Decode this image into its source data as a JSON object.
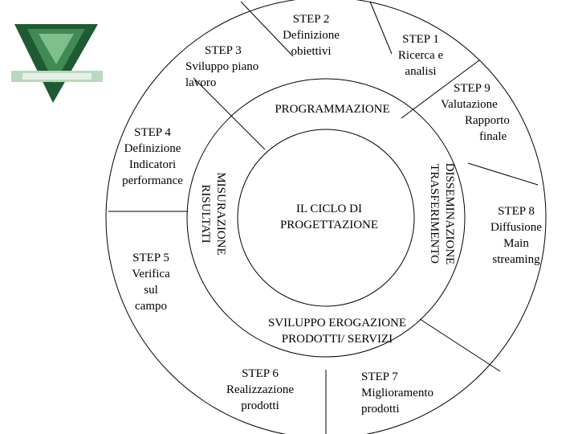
{
  "colors": {
    "line": "#000000",
    "background": "#ffffff",
    "logo_green_dark": "#1f5a32",
    "logo_green_mid": "#3f8a55",
    "logo_green_light": "#7fbf8c",
    "logo_bar": "#b9d8bf"
  },
  "logo": {
    "icon": "green-triangle-logo"
  },
  "center": {
    "title_line1": "IL CICLO  DI",
    "title_line2": "PROGETTAZIONE"
  },
  "phases": {
    "top": "PROGRAMMAZIONE",
    "bottom_line1": "SVILUPPO EROGAZIONE",
    "bottom_line2": "PRODOTTI/ SERVIZI",
    "left_line1": "MISURAZIONE",
    "left_line2": "RISULTATI",
    "right_line1": "DISSEMINAZIONE",
    "right_line2": "TRASFERIMENTO"
  },
  "steps": {
    "step1": {
      "title": "STEP 1",
      "line1": "Ricerca e",
      "line2": "analisi"
    },
    "step2": {
      "title": "STEP 2",
      "line1": "Definizione",
      "line2": "obiettivi"
    },
    "step3": {
      "title": "STEP 3",
      "line1": "Sviluppo  piano",
      "line2": "lavoro"
    },
    "step4": {
      "title": "STEP 4",
      "line1": "Definizione",
      "line2": "Indicatori",
      "line3": "performance"
    },
    "step5": {
      "title": "STEP 5",
      "line1": "Verifica",
      "line2": "sul",
      "line3": "campo"
    },
    "step6": {
      "title": "STEP 6",
      "line1": "Realizzazione",
      "line2": "prodotti"
    },
    "step7": {
      "title": "STEP 7",
      "line1": "Miglioramento",
      "line2": "prodotti"
    },
    "step8": {
      "title": "STEP 8",
      "line1": "Diffusione",
      "line2": "Main",
      "line3": "streaming"
    },
    "step9": {
      "title": "STEP 9",
      "line1": "Valutazione",
      "line2": "Rapporto",
      "line3": "finale"
    }
  }
}
